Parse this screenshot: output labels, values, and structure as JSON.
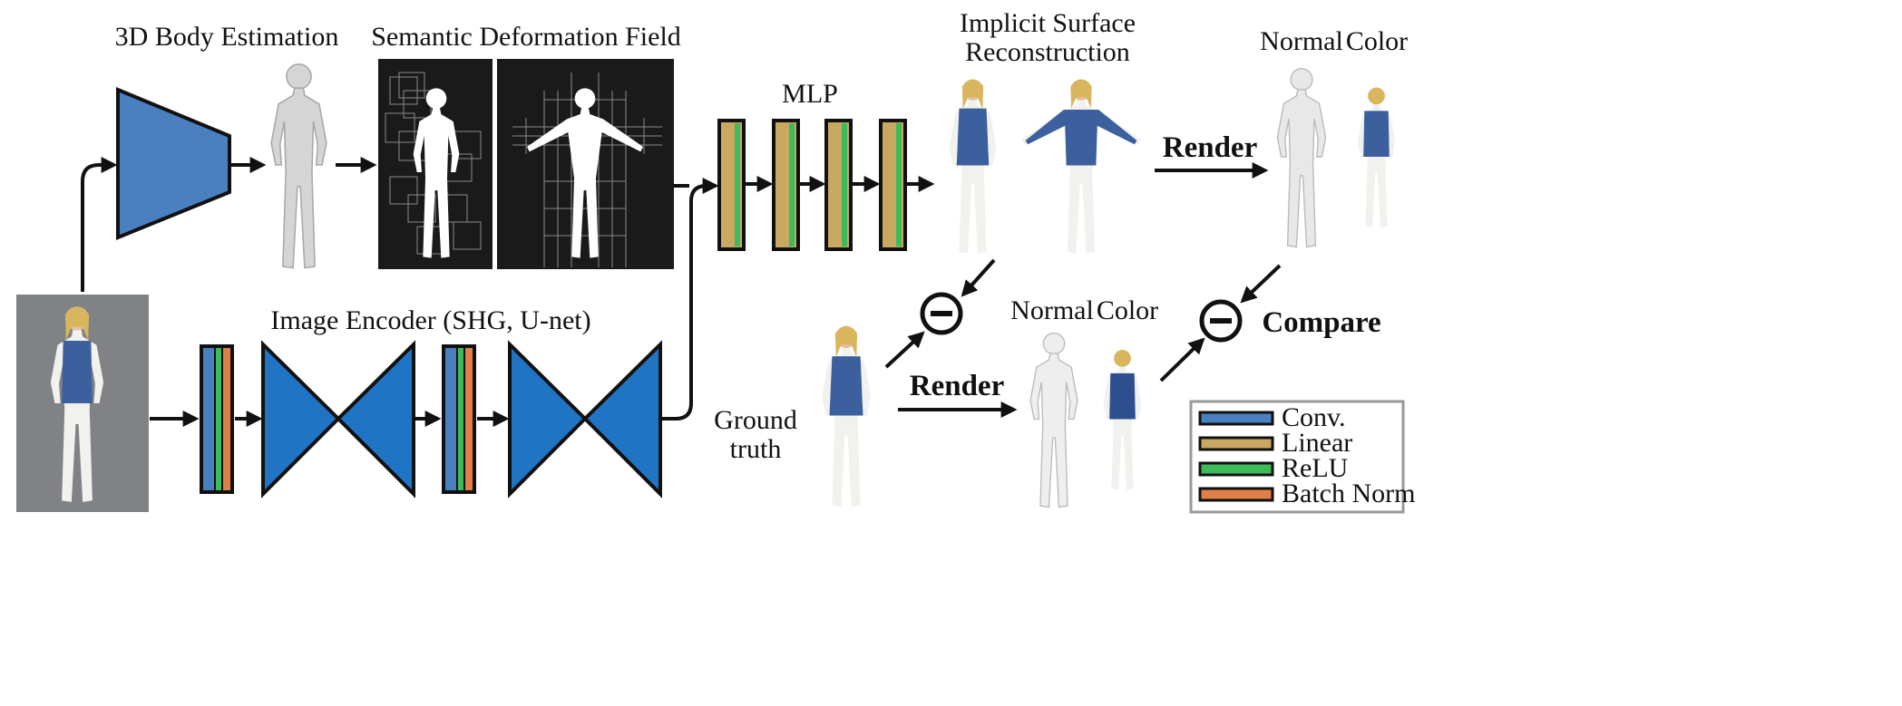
{
  "labels": {
    "body_estimation": "3D Body Estimation",
    "deformation_field": "Semantic Deformation Field",
    "implicit_line1": "Implicit Surface",
    "implicit_line2": "Reconstruction",
    "mlp": "MLP",
    "normal_top": "Normal",
    "color_top": "Color",
    "render_top": "Render",
    "image_encoder": "Image Encoder (SHG, U-net)",
    "ground_truth_line1": "Ground",
    "ground_truth_line2": "truth",
    "render_bottom": "Render",
    "normal_bottom": "Normal",
    "color_bottom": "Color",
    "compare": "Compare"
  },
  "legend": [
    {
      "label": "Conv.",
      "color": "#4a7fc0"
    },
    {
      "label": "Linear",
      "color": "#c9a862"
    },
    {
      "label": "ReLU",
      "color": "#3dbb5a"
    },
    {
      "label": "Batch Norm",
      "color": "#e07f48"
    }
  ],
  "colors": {
    "block_blue": "#4a7fc0",
    "hourglass_blue": "#1f74c4",
    "linear_tan": "#c9a862",
    "relu_green": "#3dbb5a",
    "bn_orange": "#e07f48",
    "photo_bg": "#808285",
    "panel_bg": "#1a1a1a",
    "jacket_blue": "#3c5f9e",
    "skin": "#e6bfa0",
    "hair": "#d9b65e"
  },
  "icons": [
    "minus-circle-icon",
    "arrow-icon",
    "person-figure-icon"
  ]
}
